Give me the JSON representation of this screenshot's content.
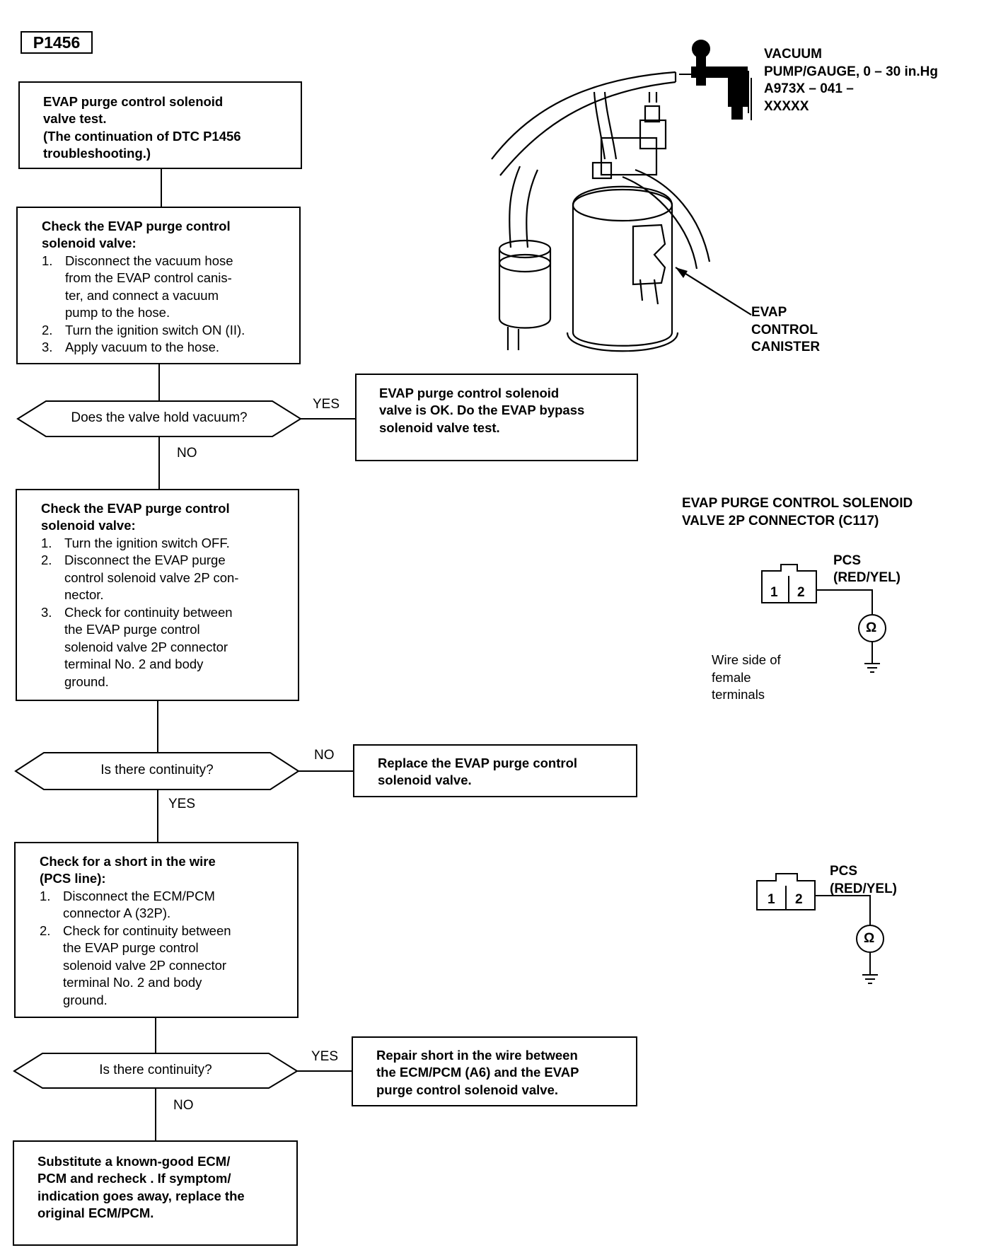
{
  "dtc_code": "P1456",
  "start_box": {
    "lines": [
      "EVAP purge control solenoid",
      "valve test.",
      "(The continuation of DTC P1456",
      "troubleshooting.)"
    ]
  },
  "step1": {
    "title_lines": [
      "Check the EVAP purge control",
      "solenoid valve:"
    ],
    "steps": [
      {
        "n": "1.",
        "lines": [
          "Disconnect the vacuum hose",
          "from the EVAP control canis-",
          "ter, and connect a vacuum",
          "pump to the hose."
        ]
      },
      {
        "n": "2.",
        "lines": [
          "Turn the ignition switch ON (II)."
        ]
      },
      {
        "n": "3.",
        "lines": [
          "Apply vacuum to the hose."
        ]
      }
    ]
  },
  "decision1": {
    "question": "Does the valve hold vacuum?",
    "yes_label": "YES",
    "no_label": "NO"
  },
  "result1": {
    "lines": [
      "EVAP purge control solenoid",
      "valve is OK. Do the EVAP bypass",
      "solenoid valve test."
    ]
  },
  "step2": {
    "title_lines": [
      "Check the EVAP purge control",
      "solenoid valve:"
    ],
    "steps": [
      {
        "n": "1.",
        "lines": [
          "Turn the ignition switch OFF."
        ]
      },
      {
        "n": "2.",
        "lines": [
          "Disconnect the EVAP purge",
          "control solenoid valve 2P con-",
          "nector."
        ]
      },
      {
        "n": "3.",
        "lines": [
          "Check for continuity between",
          "the EVAP purge control",
          "solenoid valve 2P connector",
          "terminal No. 2 and body",
          "ground."
        ]
      }
    ]
  },
  "decision2": {
    "question": "Is there continuity?",
    "no_label": "NO",
    "yes_label": "YES"
  },
  "result2": {
    "lines": [
      "Replace the EVAP purge control",
      "solenoid valve."
    ]
  },
  "step3": {
    "title_lines": [
      "Check for a short in the wire",
      "(PCS line):"
    ],
    "steps": [
      {
        "n": "1.",
        "lines": [
          "Disconnect the ECM/PCM",
          "connector A (32P)."
        ]
      },
      {
        "n": "2.",
        "lines": [
          "Check for continuity between",
          "the EVAP purge control",
          "solenoid valve 2P connector",
          "terminal No. 2 and body",
          "ground."
        ]
      }
    ]
  },
  "decision3": {
    "question": "Is there continuity?",
    "yes_label": "YES",
    "no_label": "NO"
  },
  "result3": {
    "lines": [
      "Repair short in the wire between",
      "the ECM/PCM (A6) and the EVAP",
      "purge control solenoid valve."
    ]
  },
  "final_box": {
    "lines": [
      "Substitute a known-good ECM/",
      "PCM and recheck . If symptom/",
      "indication goes away, replace the",
      "original ECM/PCM."
    ]
  },
  "illustration": {
    "pump_label": [
      "VACUUM",
      "PUMP/GAUGE, 0 – 30 in.Hg",
      "A973X – 041 –",
      "XXXXX"
    ],
    "canister_label": [
      "EVAP",
      "CONTROL",
      "CANISTER"
    ]
  },
  "connector1": {
    "title_lines": [
      "EVAP PURGE CONTROL SOLENOID",
      "VALVE 2P CONNECTOR (C117)"
    ],
    "pin1": "1",
    "pin2": "2",
    "wire_label": [
      "PCS",
      "(RED/YEL)"
    ],
    "meter_symbol": "Ω",
    "note": [
      "Wire side of",
      "female",
      "terminals"
    ]
  },
  "connector2": {
    "pin1": "1",
    "pin2": "2",
    "wire_label": [
      "PCS",
      "(RED/YEL)"
    ],
    "meter_symbol": "Ω"
  }
}
